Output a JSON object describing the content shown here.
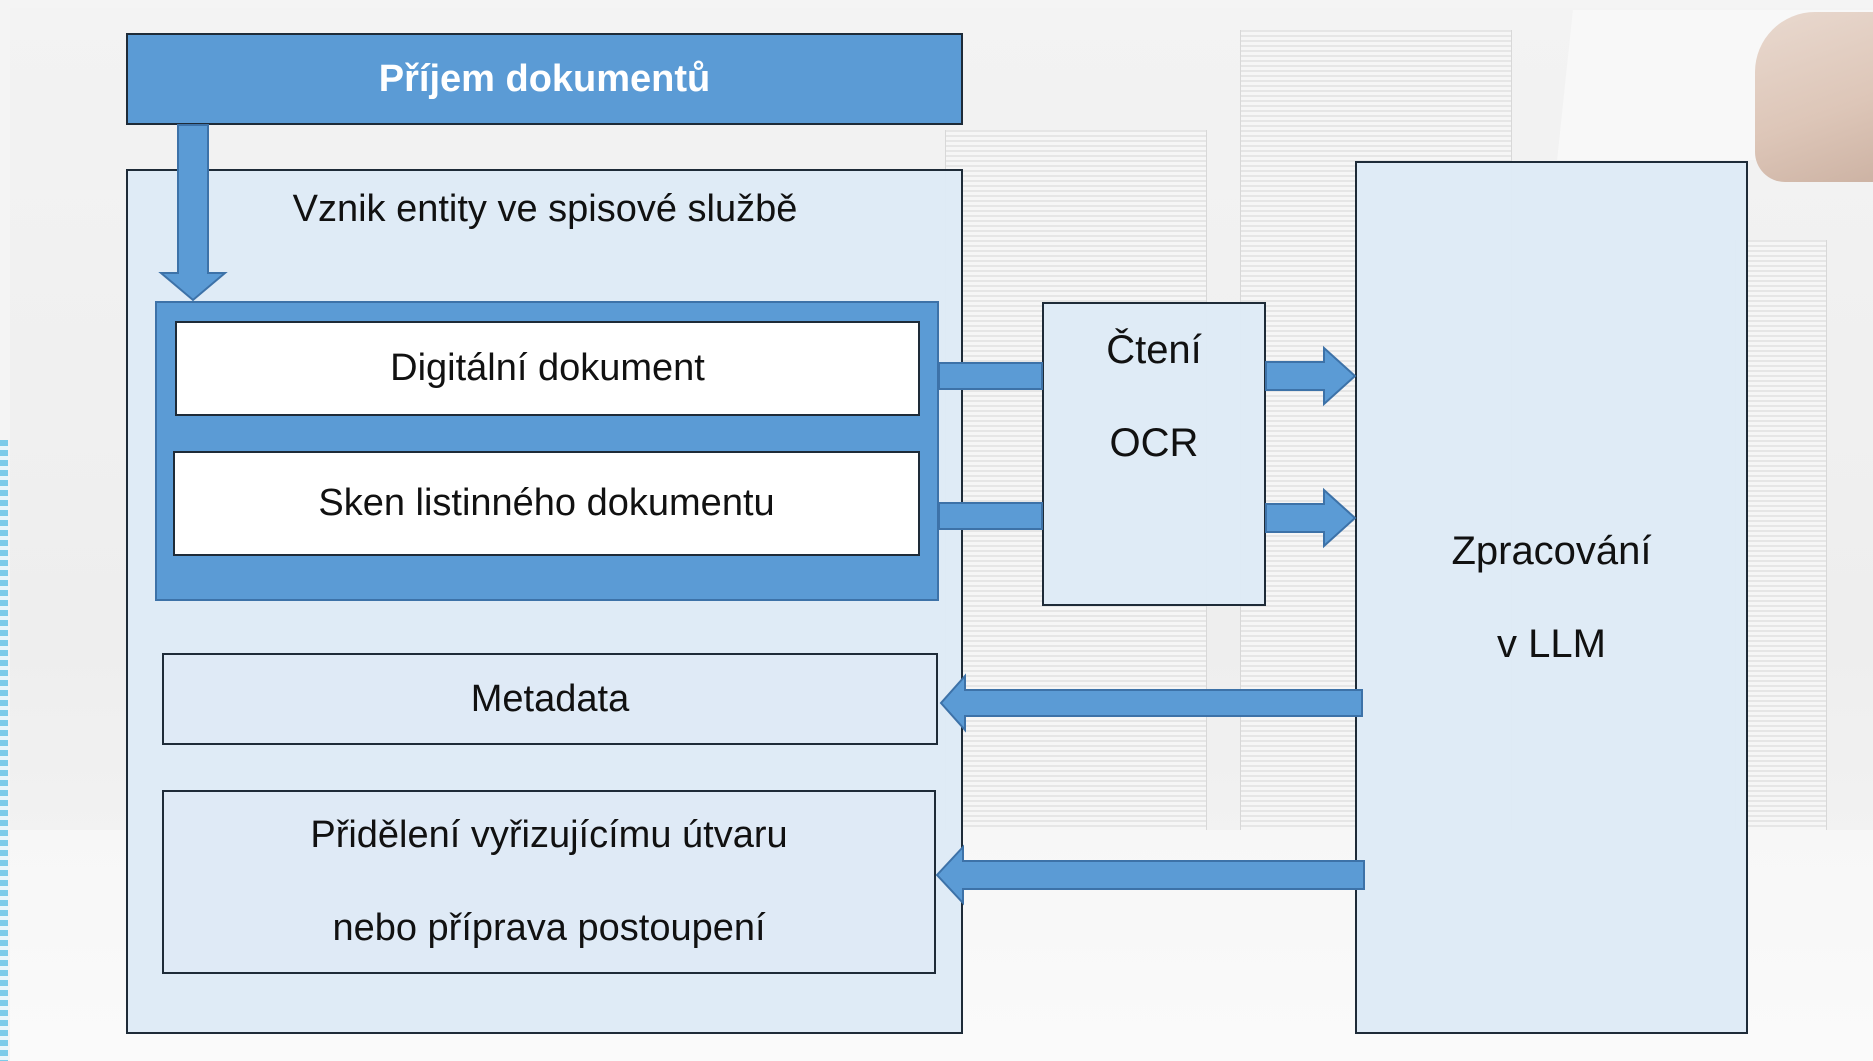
{
  "diagram": {
    "header": {
      "label": "Příjem dokumentů"
    },
    "entity_panel": {
      "label": "Vznik entity ve spisové službě"
    },
    "documents": [
      {
        "label": "Digitální dokument"
      },
      {
        "label": "Sken listinného dokumentu"
      }
    ],
    "ocr": {
      "line1": "Čtení",
      "line2": "OCR"
    },
    "llm": {
      "line1": "Zpracování",
      "line2": "v LLM"
    },
    "metadata": {
      "label": "Metadata"
    },
    "assignment": {
      "line1": "Přidělení vyřizujícímu útvaru",
      "line2": "nebo příprava postoupení"
    },
    "colors": {
      "accent_blue": "#5b9bd5",
      "panel_fill": "#deeaf6",
      "outline": "#1e2b38"
    }
  }
}
